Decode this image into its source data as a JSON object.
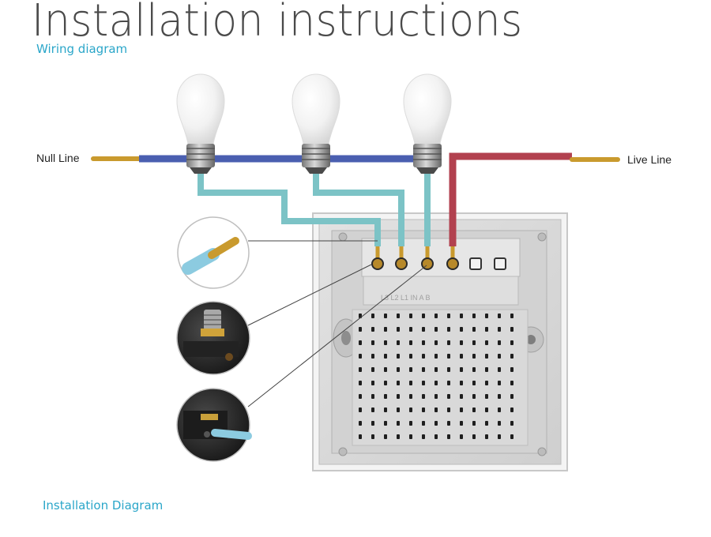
{
  "page": {
    "title": "Installation instructions",
    "subtitle": "Wiring diagram",
    "footer_caption": "Installation Diagram"
  },
  "diagram": {
    "null_line_label": "Null Line",
    "live_line_label": "Live Line",
    "switch_marks": "L3  L2  L1  IN      A  B",
    "colors": {
      "accent_text": "#2aa6c9",
      "null_wire": "#4a5fb0",
      "load_wire": "#7cc3c6",
      "live_wire": "#b2414f",
      "copper": "#c99a2e",
      "panel": "#d9d9d9"
    }
  }
}
